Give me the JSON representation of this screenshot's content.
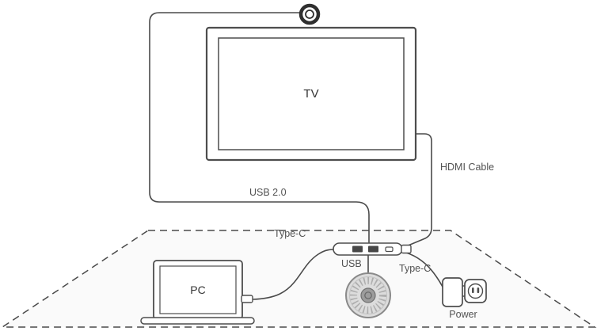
{
  "diagram": {
    "labels": {
      "tv": "TV",
      "pc": "PC",
      "usb_cable": "USB 2.0",
      "hdmi_cable": "HDMI Cable",
      "type_c_pc": "Type-C",
      "type_c_power": "Type-C",
      "usb_speakerphone": "USB",
      "power": "Power"
    },
    "colors": {
      "line": "#4a4a4a",
      "label_text": "#525252",
      "table_fill": "#fafafa",
      "table_border": "#4a4a4a",
      "device_fill": "#ffffff",
      "port_fill": "#474747",
      "speaker_body": "#dcdcdc",
      "speaker_rim": "#8a8a8a",
      "speaker_center": "#9c9c9c"
    }
  }
}
